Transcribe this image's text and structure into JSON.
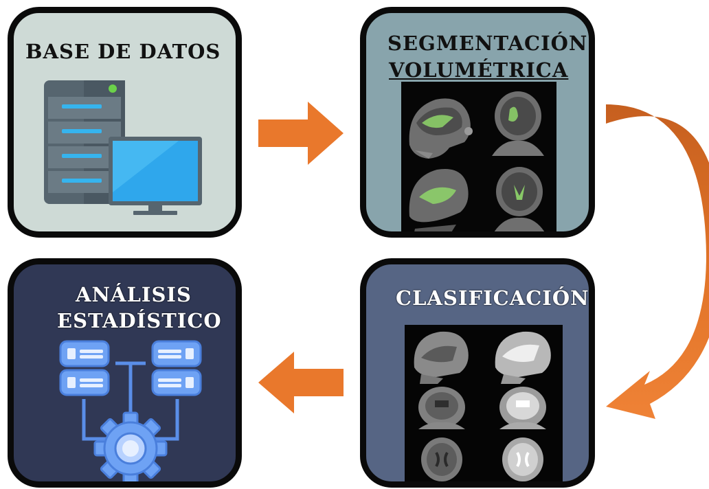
{
  "steps": {
    "database": {
      "title": "BASE DE DATOS",
      "icon": "server-computer-icon"
    },
    "segmentation": {
      "title_line1": "SEGMENTACIÓN",
      "title_line2": "VOLUMÉTRICA",
      "image": "segmented-mri-scans"
    },
    "classification": {
      "title": "CLASIFICACIÓN",
      "image": "classified-mri-scans"
    },
    "analysis": {
      "title_line1": "ANÁLISIS",
      "title_line2": "ESTADÍSTICO",
      "icon": "data-processing-gear-icon"
    }
  },
  "colors": {
    "arrow": "#e9782c",
    "arrow_curve_dark": "#c65f1f",
    "card_database": "#cedad6",
    "card_segmentation": "#88a4ac",
    "card_classification": "#566584",
    "card_analysis": "#303855",
    "segmentation_highlight": "#8fd66a"
  }
}
